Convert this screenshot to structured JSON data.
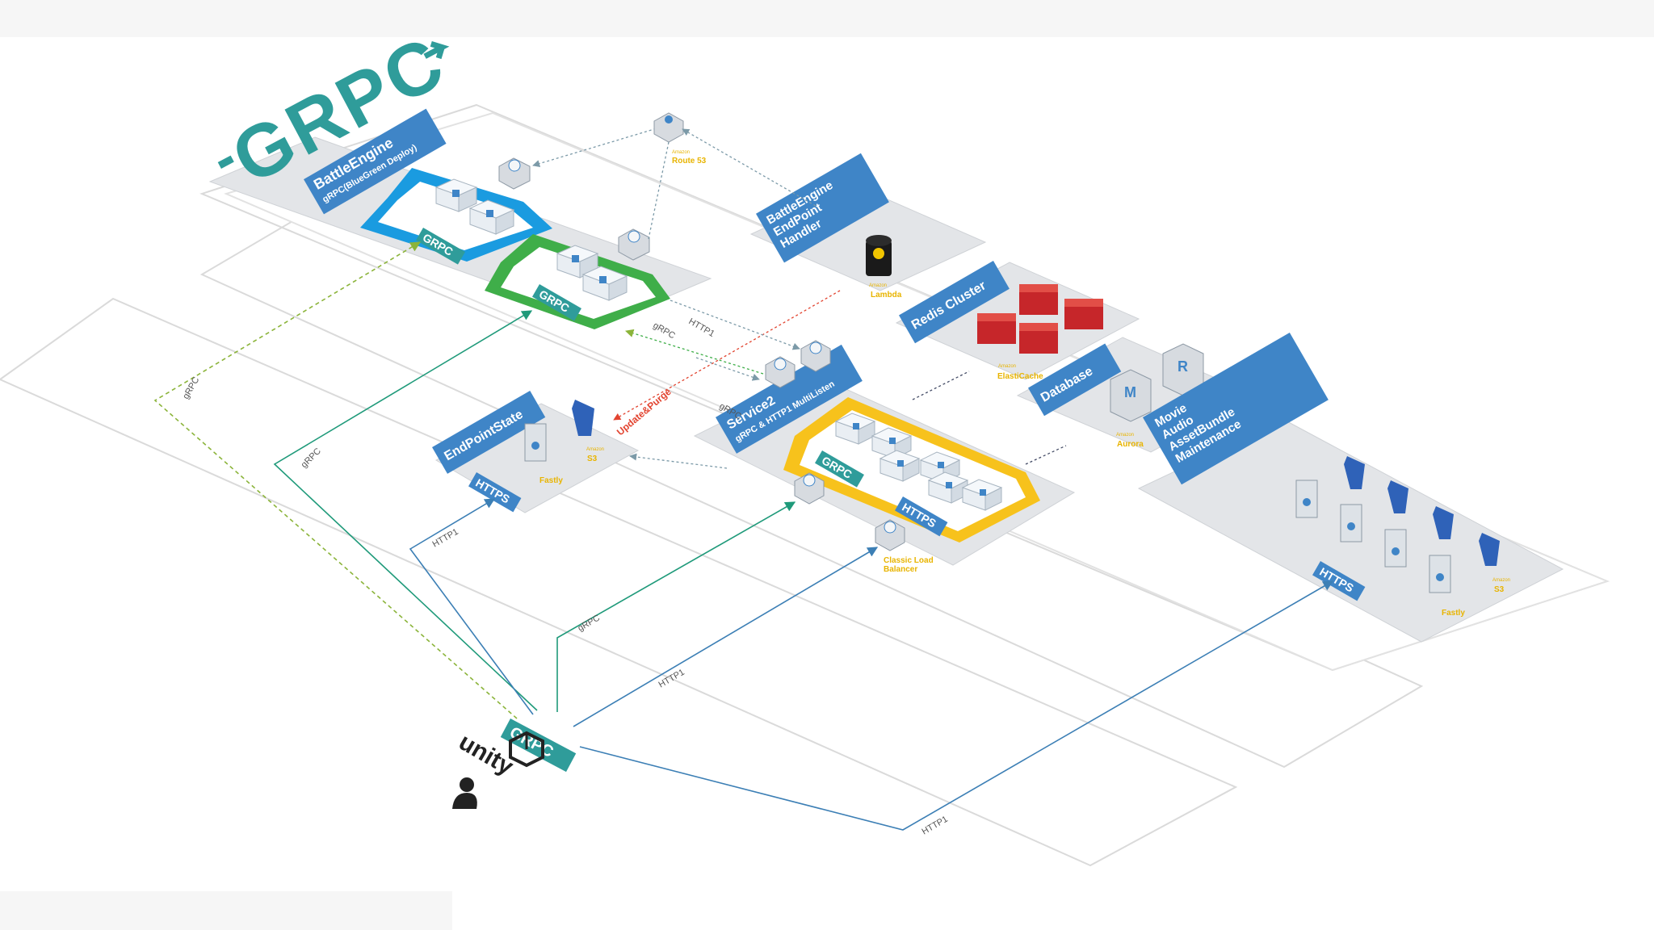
{
  "logo": {
    "text": "GRPC"
  },
  "colors": {
    "panel": "#e3e5e8",
    "panel_edge": "#cfd2d6",
    "header_blue": "#3f85c7",
    "grpc_teal": "#2f9c9a",
    "box_blue": "#1a9be0",
    "box_green": "#3fae49",
    "box_yellow": "#f7c21c",
    "line_blue": "#3c7fb5",
    "line_teal": "#1f9a7a",
    "line_green_dashed": "#8bb43a",
    "redis_red": "#c6262a",
    "amazon_label": "#e8b400",
    "purge_red": "#e2432f"
  },
  "panels": {
    "battle_engine": {
      "title": "BattleEngine",
      "subtitle": "gRPC(BlueGreen Deploy)",
      "badge_blue": "GRPC",
      "badge_green": "GRPC"
    },
    "endpoint_handler": {
      "line1": "BattleEngine",
      "line2": "EndPoint",
      "line3": "Handler",
      "service_small": "Amazon",
      "service": "Lambda"
    },
    "redis": {
      "title": "Redis Cluster",
      "service_small": "Amazon",
      "service": "ElastiCache"
    },
    "database": {
      "title": "Database",
      "service_small": "Amazon",
      "service": "Aurora",
      "icon_m": "M",
      "icon_r": "R"
    },
    "assets": {
      "line1": "Movie",
      "line2": "Audio",
      "line3": "AssetBundle",
      "line4": "Maintenance",
      "badge": "HTTPS",
      "cdn": "Fastly",
      "storage_small": "Amazon",
      "storage": "S3"
    },
    "endpoint_state": {
      "title": "EndPointState",
      "badge": "HTTPS",
      "cdn": "Fastly",
      "storage_small": "Amazon",
      "storage": "S3"
    },
    "service2": {
      "title": "Service2",
      "subtitle": "gRPC & HTTP1 MultiListen",
      "badge_grpc": "GRPC",
      "badge_https": "HTTPS",
      "lb_line1": "Classic Load",
      "lb_line2": "Balancer"
    },
    "route53": {
      "small": "Amazon",
      "name": "Route 53"
    }
  },
  "connections": {
    "grpc_dashed": "gRPC",
    "grpc_battle": "gRPC",
    "http1_state": "HTTP1",
    "grpc_service2": "gRPC",
    "http1_lb": "HTTP1",
    "http1_assets": "HTTP1",
    "http1_internal": "HTTP1",
    "grpc_internal": "gRPC",
    "grpc_internal2": "gRPC",
    "update_purge": "Update&Purge"
  },
  "client": {
    "badge": "GRPC",
    "brand": "unity"
  }
}
